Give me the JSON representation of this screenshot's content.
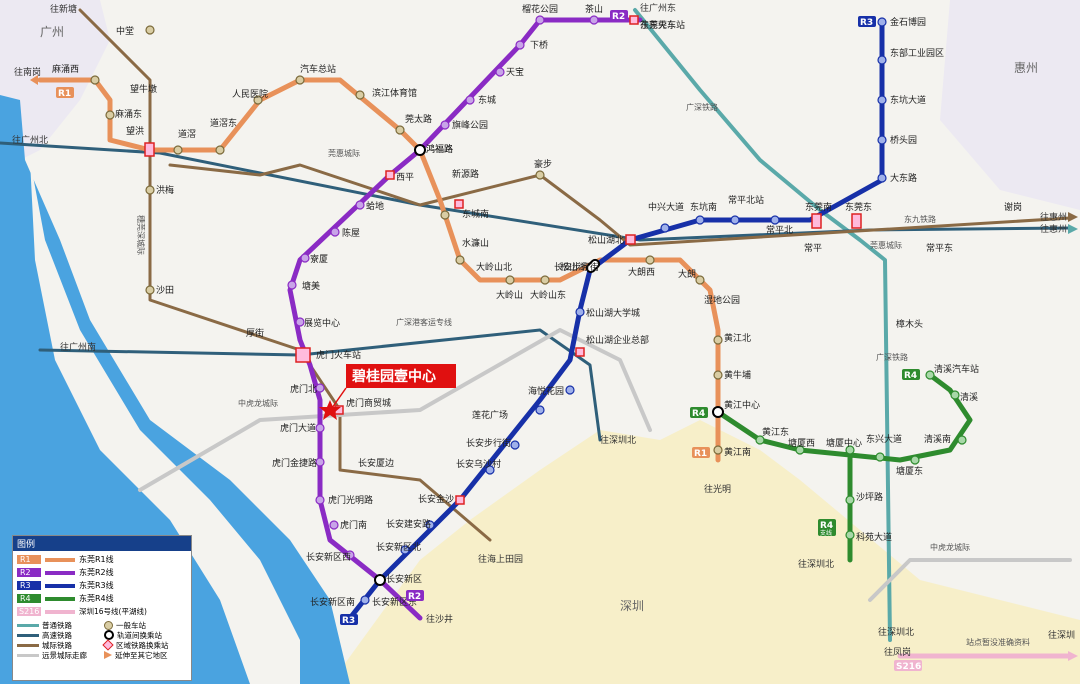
{
  "colors": {
    "R1": "#e8915a",
    "R2": "#8a2bc4",
    "R3": "#1730a8",
    "R4": "#2e8b2e",
    "S216": "#f0b4cf",
    "normal_rail": "#5aa9a9",
    "highspeed_rail": "#2f5f7a",
    "intercity_rail": "#8a6a45",
    "planned_corridor": "#c8c8c8",
    "water": "#4aa3e0",
    "highlight": "#e01010"
  },
  "regions": [
    "广州",
    "惠州",
    "深圳"
  ],
  "highlight": {
    "label": "碧桂园壹中心",
    "icon": "star-icon"
  },
  "badges": [
    {
      "id": "r1-left",
      "text": "R1",
      "line": "R1"
    },
    {
      "id": "r1-bottom",
      "text": "R1",
      "line": "R1"
    },
    {
      "id": "r2-top",
      "text": "R2",
      "line": "R2"
    },
    {
      "id": "r2-bottom",
      "text": "R2",
      "line": "R2"
    },
    {
      "id": "r3-top",
      "text": "R3",
      "line": "R3"
    },
    {
      "id": "r3-bottom",
      "text": "R3",
      "line": "R3"
    },
    {
      "id": "r4-left",
      "text": "R4",
      "line": "R4"
    },
    {
      "id": "r4-right",
      "text": "R4",
      "line": "R4"
    },
    {
      "id": "r4-bottom",
      "text": "R4",
      "sub": "支线",
      "line": "R4"
    },
    {
      "id": "s216",
      "text": "S216",
      "line": "S216"
    }
  ],
  "railway_labels": [
    "广深铁路",
    "莞惠城际",
    "穗莞深城际",
    "广深港客运专线",
    "中虎龙城际",
    "广深铁路",
    "东九铁路",
    "莞惠城际",
    "中虎龙城际",
    "站点暂没准确资料"
  ],
  "directions": [
    "往新塘",
    "往南岗",
    "往广州北",
    "往广州东",
    "往东莞东",
    "往深圳北",
    "往光明",
    "往海上田园",
    "往沙井",
    "往广州南",
    "往深圳北",
    "往深圳北",
    "往凤岗",
    "往深圳",
    "往惠州",
    "往惠州"
  ],
  "stations": {
    "R1": [
      "麻涌西",
      "麻涌东",
      "望牛墩",
      "望洪",
      "道滘",
      "道滘东",
      "人民医院",
      "汽车总站",
      "滨江体育馆",
      "莞太路",
      "鸿福路",
      "新源路",
      "东城南",
      "水濂山",
      "大岭山北",
      "大岭山",
      "大岭山东",
      "松山湖",
      "大朗西",
      "大朗",
      "湿地公园",
      "黄江北",
      "黄牛埔",
      "黄江中心",
      "黄江南"
    ],
    "R2": [
      "虎门火车站",
      "展览中心",
      "厚街",
      "寮厦",
      "塘美",
      "陈屋",
      "蛤地",
      "西平",
      "鸿福路",
      "旗峰公园",
      "东城",
      "天宝",
      "下桥",
      "榴花公园",
      "茶山",
      "东莞火车站",
      "虎门北",
      "虎门大道",
      "虎门金捷路",
      "虎门光明路",
      "虎门南",
      "长安新区西",
      "长安新区"
    ],
    "R3": [
      "金石博园",
      "东部工业园区",
      "东坑大道",
      "桥头园",
      "大东路",
      "东莞南",
      "东莞东",
      "常平北",
      "东坑南",
      "常平北站",
      "中兴大道",
      "松山湖北",
      "松山湖",
      "松山湖大学城",
      "松山湖企业总部",
      "海悦花园",
      "莲花广场",
      "长安步行街",
      "长安乌沙村",
      "长安金沙",
      "长安建安路",
      "长安新区北",
      "长安新区",
      "长安新区南",
      "长安新区东"
    ],
    "R4": [
      "黄江中心",
      "黄江东",
      "塘厦西",
      "塘厦中心",
      "东兴大道",
      "塘厦东",
      "清溪南",
      "清溪",
      "清溪汽车站",
      "沙坪路",
      "科苑大道"
    ],
    "other": [
      "中堂",
      "洪梅",
      "沙田",
      "豪步",
      "常平",
      "樟木头",
      "虎门商贸城",
      "长安厦边",
      "谢岗",
      "常平东",
      "中兴大道"
    ]
  },
  "legend": {
    "title": "图例",
    "lines": [
      {
        "badge": "R1",
        "label": "东莞R1线",
        "line": "R1"
      },
      {
        "badge": "R2",
        "label": "东莞R2线",
        "line": "R2"
      },
      {
        "badge": "R3",
        "label": "东莞R3线",
        "line": "R3"
      },
      {
        "badge": "R4",
        "label": "东莞R4线",
        "line": "R4"
      },
      {
        "badge": "S216",
        "label": "深圳16号线(平湖线)",
        "line": "S216"
      }
    ],
    "items": [
      {
        "label": "普通铁路",
        "kind": "normal_rail"
      },
      {
        "label": "高速铁路",
        "kind": "highspeed_rail"
      },
      {
        "label": "城际铁路",
        "kind": "intercity_rail"
      },
      {
        "label": "远景城际走廊",
        "kind": "planned_corridor"
      }
    ],
    "symbols": [
      {
        "label": "一般车站",
        "icon": "station-icon"
      },
      {
        "label": "轨道间换乘站",
        "icon": "interchange-icon"
      },
      {
        "label": "区域铁路换乘站",
        "icon": "rail-interchange-icon"
      },
      {
        "label": "延伸至其它地区",
        "icon": "arrow-right-icon"
      }
    ]
  }
}
